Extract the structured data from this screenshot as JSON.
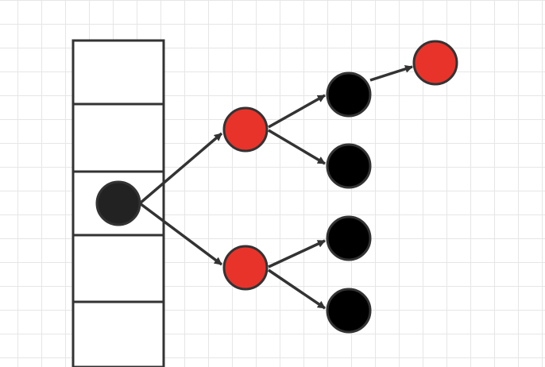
{
  "colors": {
    "grid": "#e6e6e6",
    "stroke": "#333333",
    "node_red": "#e8332a",
    "node_black": "#000000",
    "node_dark": "#222222"
  },
  "diagram": {
    "array_cells": 5,
    "root": {
      "color": "dark"
    },
    "tree": {
      "left": {
        "color": "red",
        "children": [
          {
            "color": "black",
            "children": [
              {
                "color": "red"
              }
            ]
          },
          {
            "color": "black"
          }
        ]
      },
      "right": {
        "color": "red",
        "children": [
          {
            "color": "black"
          },
          {
            "color": "black"
          }
        ]
      }
    }
  }
}
